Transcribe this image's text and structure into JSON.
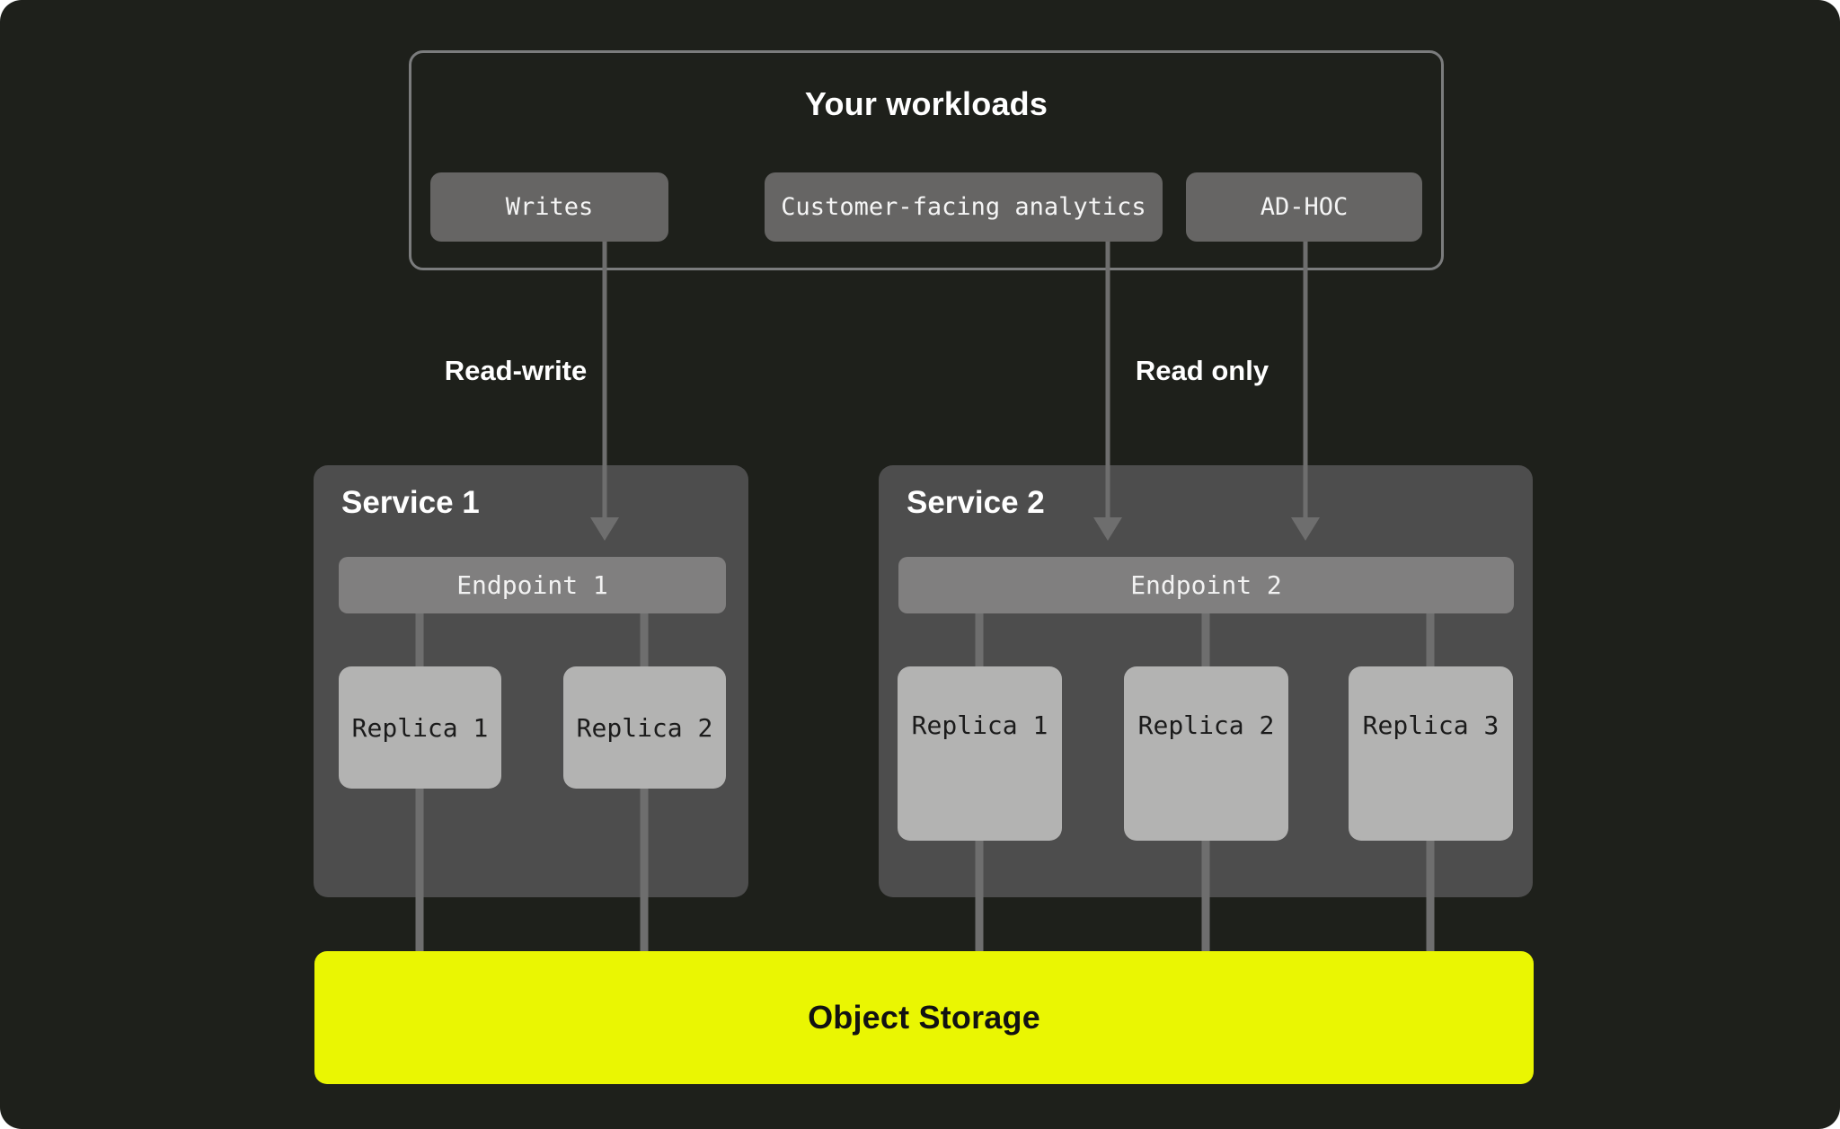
{
  "workloads": {
    "title": "Your workloads",
    "buttons": [
      {
        "label": "Writes"
      },
      {
        "label": "Customer-facing analytics"
      },
      {
        "label": "AD-HOC"
      }
    ]
  },
  "edges": {
    "read_write": "Read-write",
    "read_only": "Read only"
  },
  "services": [
    {
      "title": "Service 1",
      "endpoint_label": "Endpoint 1",
      "replicas": [
        "Replica 1",
        "Replica 2"
      ]
    },
    {
      "title": "Service 2",
      "endpoint_label": "Endpoint 2",
      "replicas": [
        "Replica 1",
        "Replica 2",
        "Replica 3"
      ]
    }
  ],
  "storage": {
    "label": "Object Storage"
  },
  "colors": {
    "background": "#1E201B",
    "accent_yellow": "#EAF602",
    "group_border": "#7B7C7D",
    "workload_chip": "#666564",
    "service_box": "#4D4D4D",
    "endpoint_bar": "#807F7F",
    "replica_box": "#B3B3B2",
    "connector_gray": "#6E6E6E"
  }
}
